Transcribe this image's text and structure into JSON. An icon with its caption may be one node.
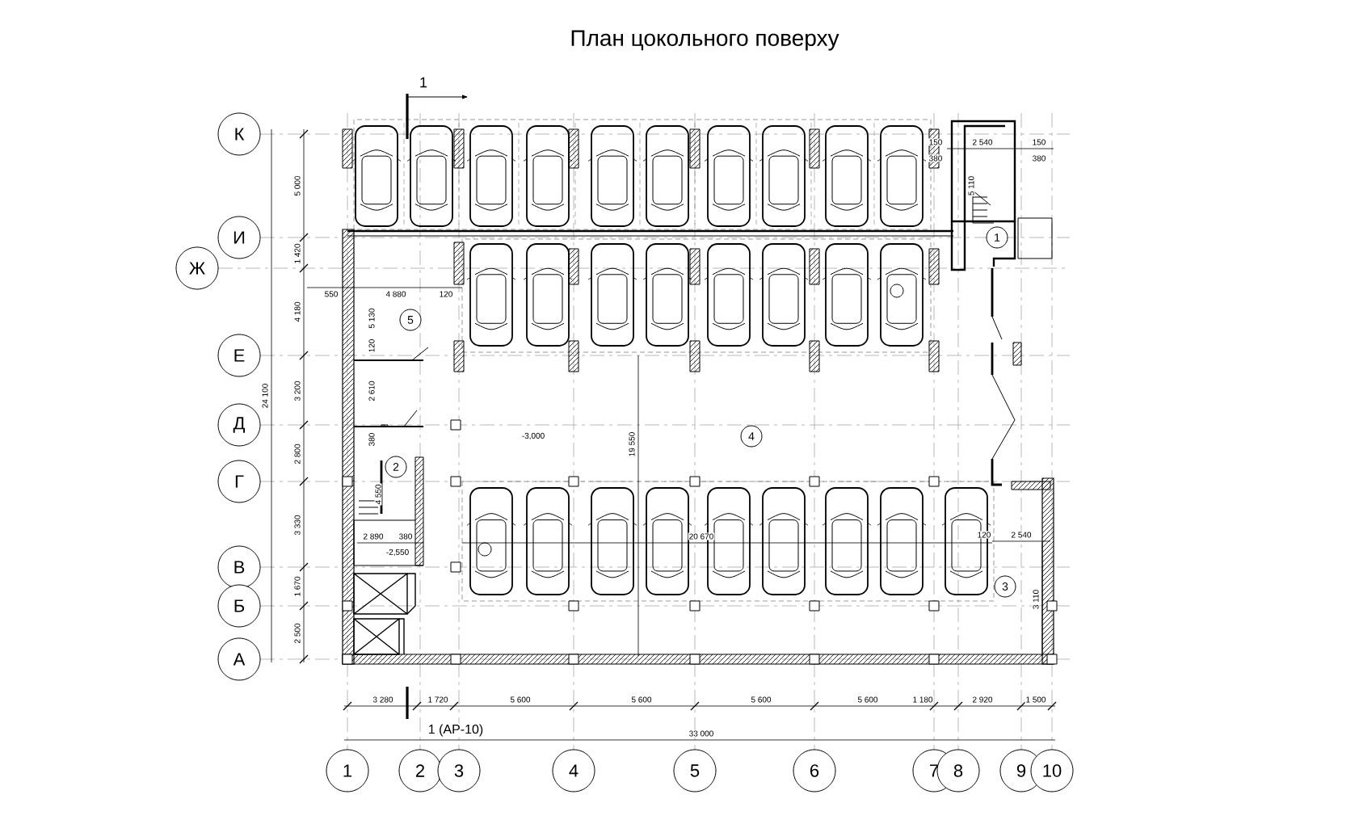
{
  "diagram": {
    "title": "План цокольного поверху",
    "nodes": [
      {
        "text": [
          "К"
        ]
      },
      {
        "text": [
          "И"
        ]
      },
      {
        "text": [
          "Ж"
        ]
      },
      {
        "text": [
          "Е"
        ]
      },
      {
        "text": [
          "Д"
        ]
      },
      {
        "text": [
          "Г"
        ]
      },
      {
        "text": [
          "В"
        ]
      },
      {
        "text": [
          "Б"
        ]
      },
      {
        "text": [
          "А"
        ]
      },
      {
        "text": [
          "1"
        ]
      },
      {
        "text": [
          "2"
        ]
      },
      {
        "text": [
          "3"
        ]
      },
      {
        "text": [
          "4"
        ]
      },
      {
        "text": [
          "5"
        ]
      },
      {
        "text": [
          "6"
        ]
      },
      {
        "text": [
          "7"
        ]
      },
      {
        "text": [
          "8"
        ]
      },
      {
        "text": [
          "9"
        ]
      },
      {
        "text": [
          "10"
        ]
      },
      {
        "text": [
          "1"
        ]
      },
      {
        "text": [
          "5"
        ]
      },
      {
        "text": [
          "4"
        ]
      },
      {
        "text": [
          "2"
        ]
      },
      {
        "text": [
          "3"
        ]
      }
    ],
    "labels": [
      "1",
      "5 000",
      "1 420",
      "4 180",
      "3 200",
      "2 800",
      "3 330",
      "1 670",
      "2 500",
      "24 100",
      "550",
      "4 880",
      "120",
      "5 130",
      "120",
      "2 610",
      "380",
      "-3,000",
      "19 550",
      "4 550",
      "2 890",
      "380",
      "-2,550",
      "20 670",
      "120",
      "2 540",
      "3 110",
      "150",
      "2 540",
      "150",
      "380",
      "380",
      "5 110",
      "3 280",
      "1 720",
      "5 600",
      "5 600",
      "5 600",
      "5 600",
      "1 180",
      "2 920",
      "1 500",
      "33 000",
      "1 (АР-10)"
    ]
  }
}
